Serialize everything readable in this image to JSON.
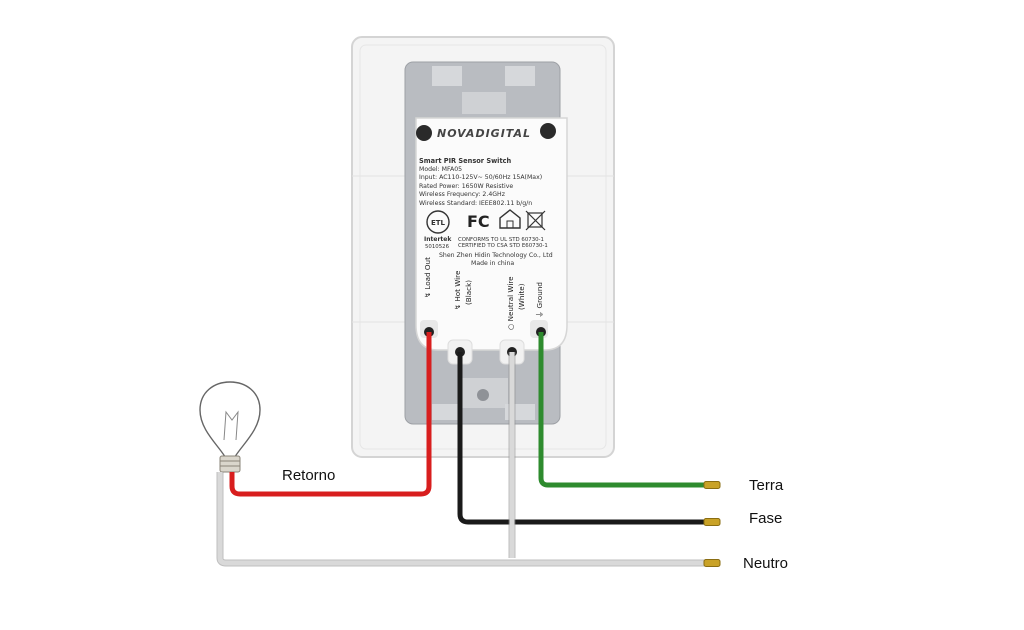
{
  "device": {
    "brand": "NOVADIGITAL",
    "spec_lines": [
      "Smart PIR Sensor Switch",
      "Model: MFA05",
      "Input: AC110-125V~ 50/60Hz  15A(Max)",
      "Rated Power: 1650W     Resistive",
      "Wireless Frequency: 2.4GHz",
      "Wireless Standard: IEEE802.11 b/g/n"
    ],
    "cert_etl": "ETL",
    "cert_fc": "FC",
    "intertek": "Intertek",
    "intertek_no": "5010526",
    "conformity_1": "CONFORMS TO UL STD 60730-1",
    "conformity_2": "CERTIFIED TO CSA STD E60730-1",
    "manufacturer": "Shen Zhen Hidin Technology Co., Ltd",
    "made_in": "Made in china"
  },
  "terminals": [
    {
      "label": "Load Out",
      "sub": "",
      "symbol": "↯",
      "wire_color": "#d81e1e"
    },
    {
      "label": "Hot Wire",
      "sub": "(Black)",
      "symbol": "↯",
      "wire_color": "#1a1a1a"
    },
    {
      "label": "Neutral Wire",
      "sub": "(White)",
      "symbol": "○",
      "wire_color": "#d9d9d9"
    },
    {
      "label": "Ground",
      "sub": "",
      "symbol": "⏚",
      "wire_color": "#2e8b2e"
    }
  ],
  "wire_labels": {
    "retorno": "Retorno",
    "terra": "Terra",
    "fase": "Fase",
    "neutro": "Neutro"
  }
}
